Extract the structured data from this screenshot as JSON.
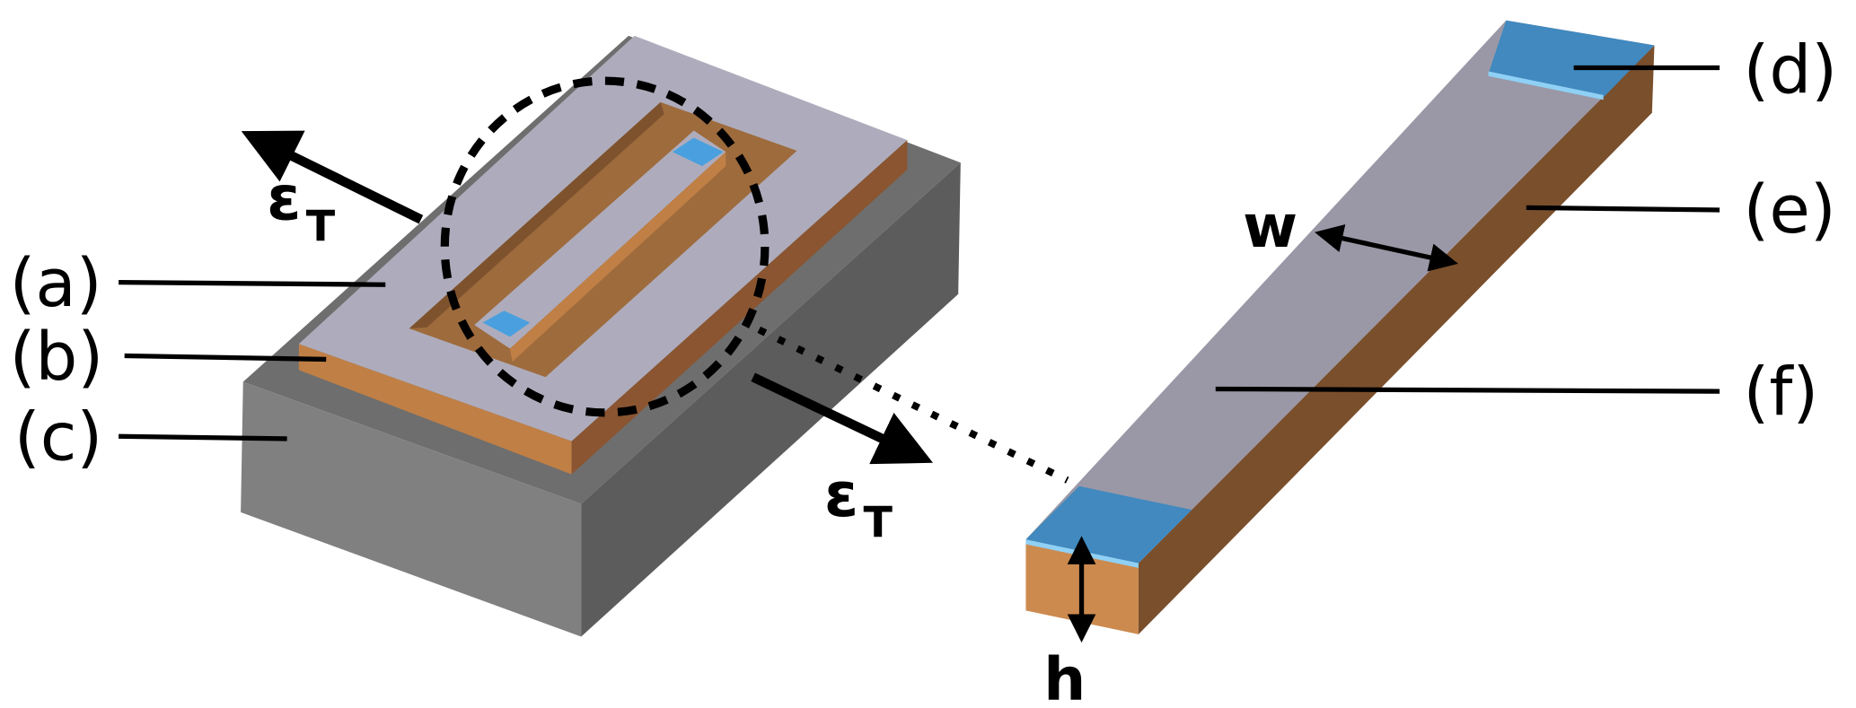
{
  "labels": {
    "a": "(a)",
    "b": "(b)",
    "c": "(c)",
    "d": "(d)",
    "e": "(e)",
    "f": "(f)"
  },
  "symbols": {
    "strain": "ε",
    "strain_sub": "T",
    "width": "w",
    "height": "h"
  },
  "colors": {
    "top_surface": "#aeacbc",
    "gold_front": "#c07f45",
    "gold_side": "#8a5530",
    "substrate_top": "#6e6e6e",
    "substrate_front": "#808080",
    "substrate_side": "#5c5c5c",
    "contact_pad": "#4189bf",
    "beam_top": "#9a98a6"
  }
}
